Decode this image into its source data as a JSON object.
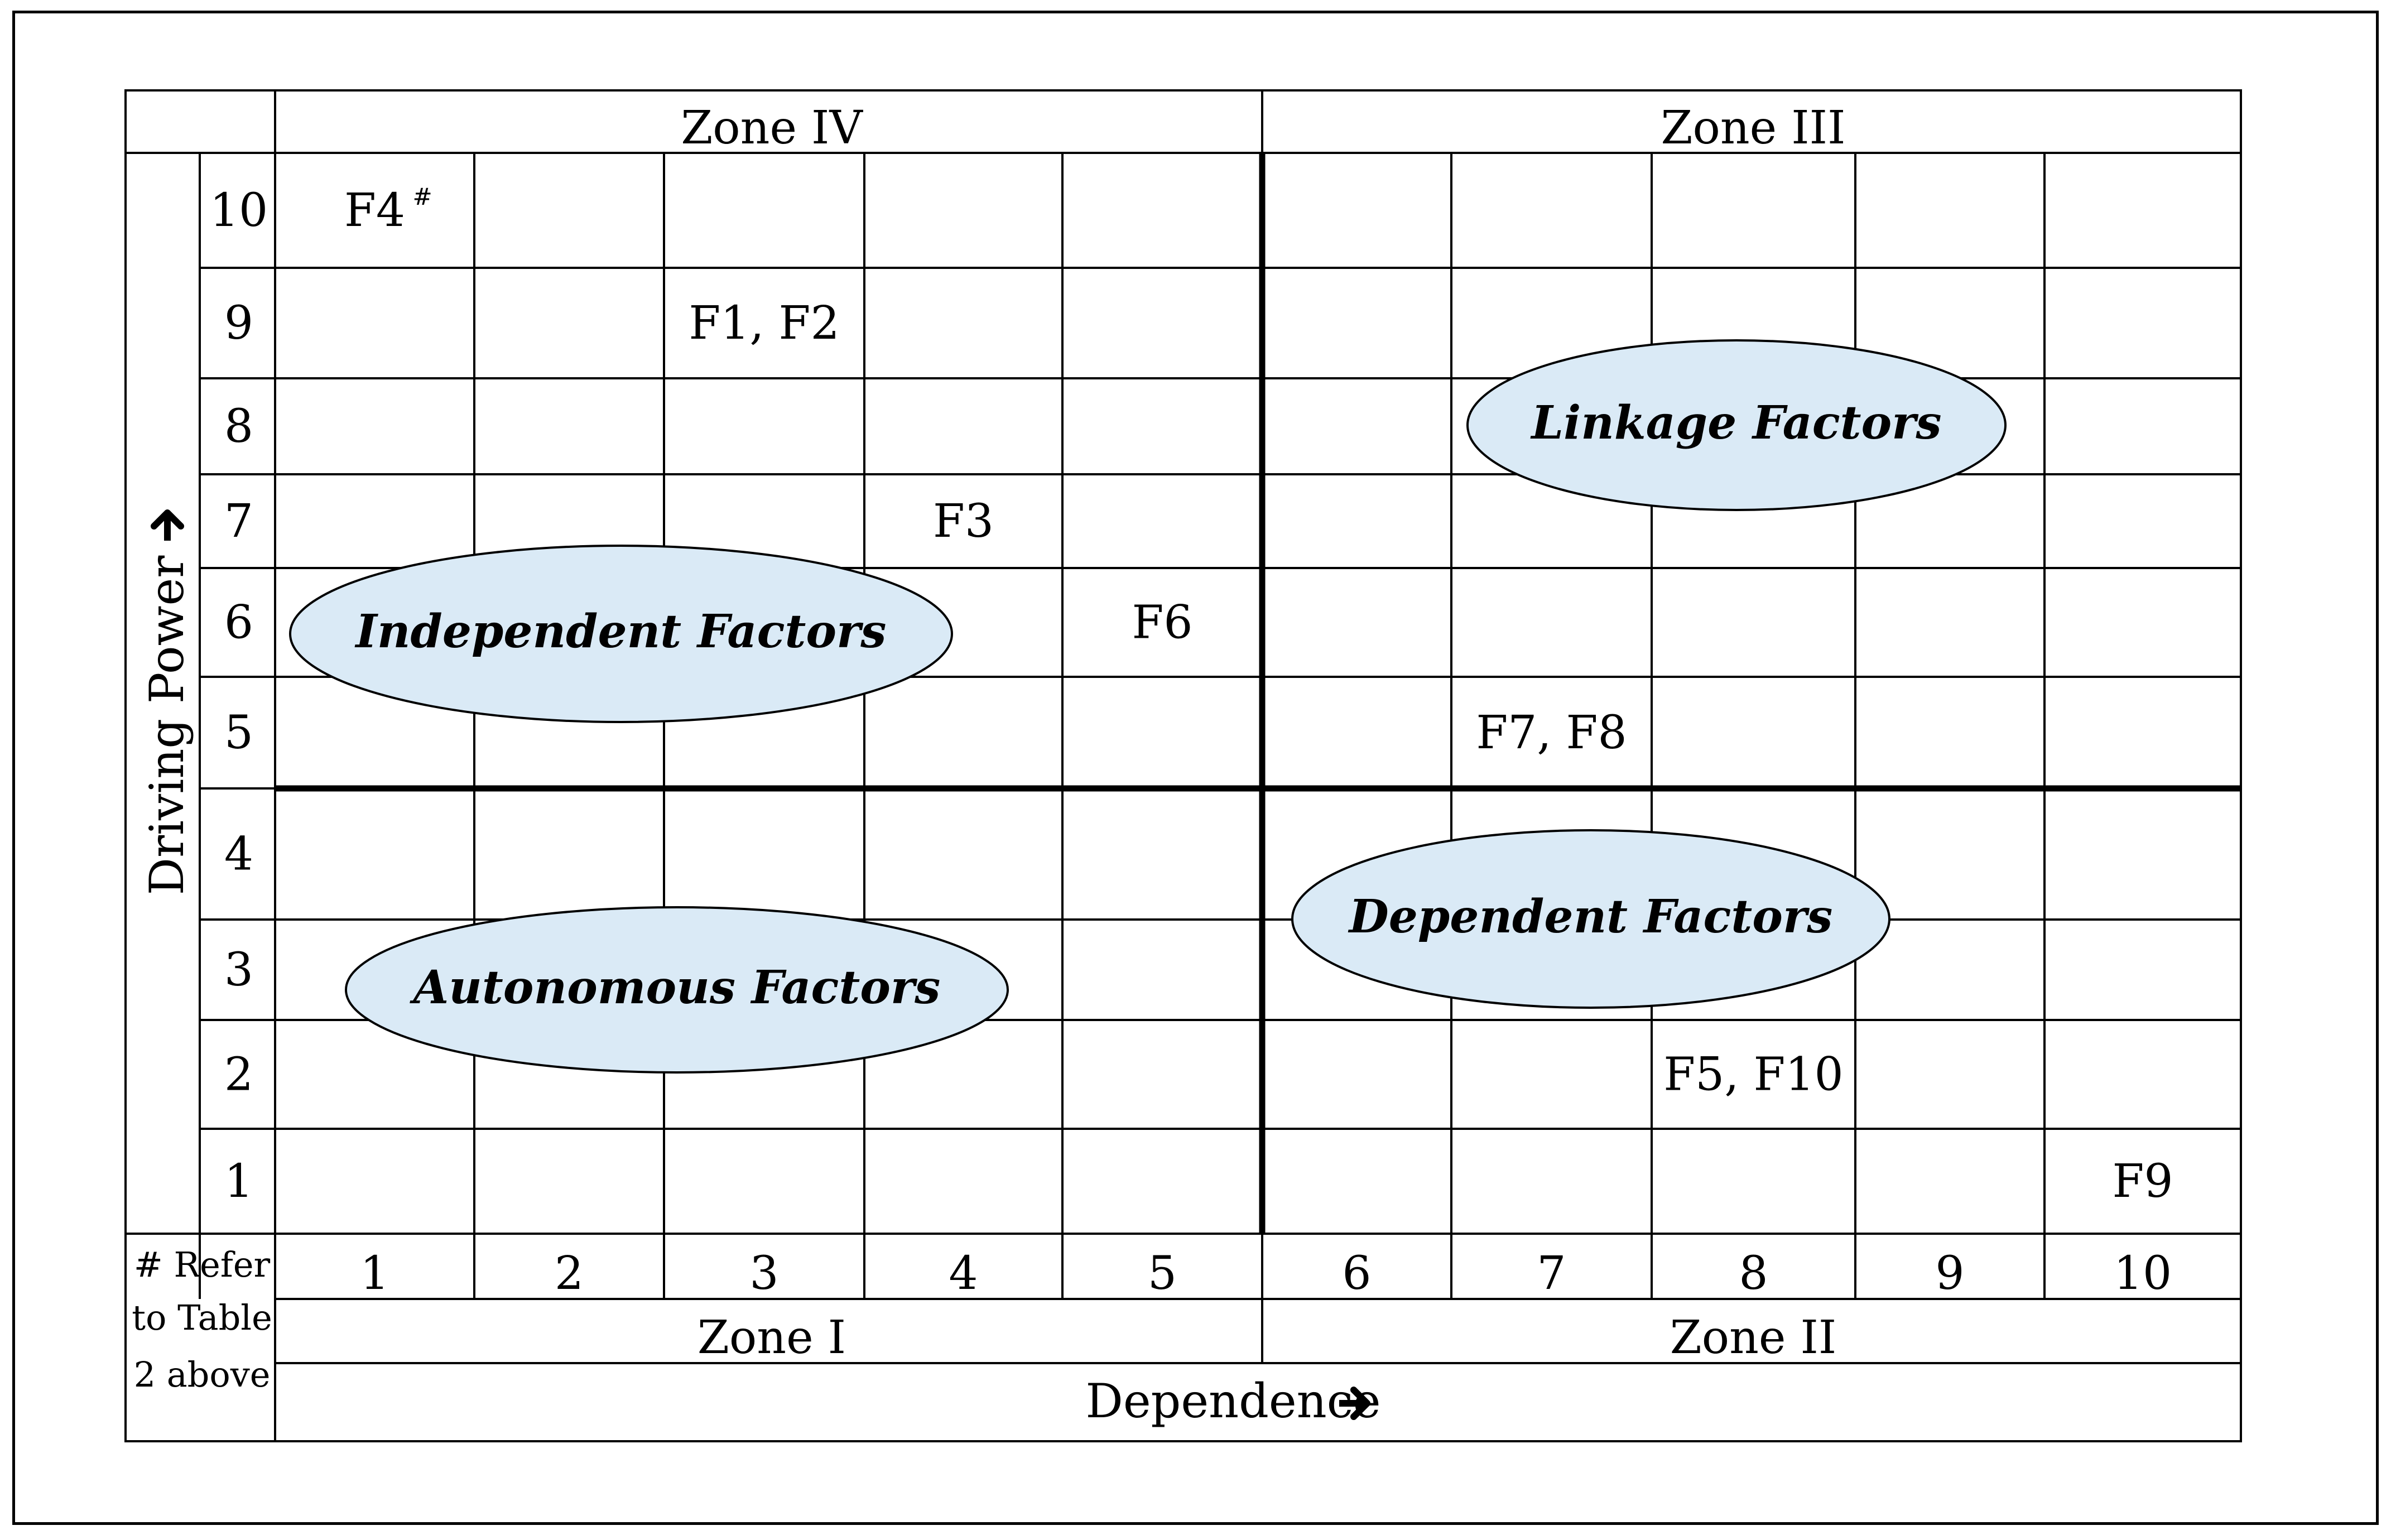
{
  "zones": {
    "top_left": "Zone IV",
    "top_right": "Zone III",
    "bottom_left": "Zone I",
    "bottom_right": "Zone II"
  },
  "axes": {
    "x_label": "Dependence",
    "y_label": "Driving Power",
    "x_ticks": [
      "1",
      "2",
      "3",
      "4",
      "5",
      "6",
      "7",
      "8",
      "9",
      "10"
    ],
    "y_ticks": [
      "10",
      "9",
      "8",
      "7",
      "6",
      "5",
      "4",
      "3",
      "2",
      "1"
    ]
  },
  "footnote": {
    "line1": "# Refer",
    "line2": "to Table",
    "line3": "2 above",
    "mark": "#"
  },
  "quadrant_labels": {
    "independent": "Independent Factors",
    "linkage": "Linkage Factors",
    "autonomous": "Autonomous Factors",
    "dependent": "Dependent Factors"
  },
  "factors": [
    {
      "label": "F4",
      "dependence": 1,
      "driving_power": 10
    },
    {
      "label": "F1, F2",
      "dependence": 3,
      "driving_power": 9
    },
    {
      "label": "F3",
      "dependence": 4,
      "driving_power": 7
    },
    {
      "label": "F6",
      "dependence": 5,
      "driving_power": 6
    },
    {
      "label": "F7, F8",
      "dependence": 7,
      "driving_power": 5
    },
    {
      "label": "F5, F10",
      "dependence": 8,
      "driving_power": 2
    },
    {
      "label": "F9",
      "dependence": 10,
      "driving_power": 1
    }
  ],
  "colors": {
    "ellipse_fill": "#daeaf6",
    "lines": "#000000"
  }
}
